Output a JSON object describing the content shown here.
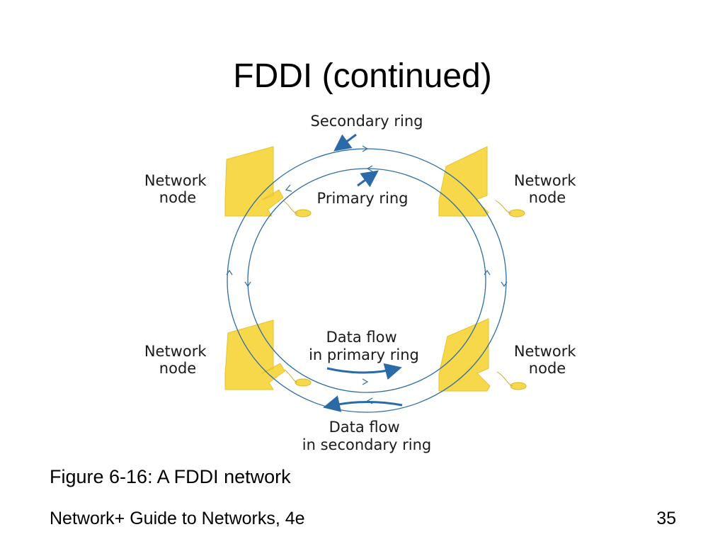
{
  "slide": {
    "title": "FDDI (continued)",
    "caption": "Figure 6-16: A FDDI network",
    "footer": "Network+ Guide to Networks, 4e",
    "page_number": "35"
  },
  "diagram": {
    "labels": {
      "secondary_ring": "Secondary ring",
      "primary_ring": "Primary ring",
      "data_flow_primary_line1": "Data flow",
      "data_flow_primary_line2": "in primary ring",
      "data_flow_secondary_line1": "Data flow",
      "data_flow_secondary_line2": "in secondary ring"
    },
    "nodes": [
      {
        "line1": "Network",
        "line2": "node"
      },
      {
        "line1": "Network",
        "line2": "node"
      },
      {
        "line1": "Network",
        "line2": "node"
      },
      {
        "line1": "Network",
        "line2": "node"
      }
    ],
    "colors": {
      "ring": "#2e6da4",
      "arrow": "#2a6aa6",
      "node_fill": "#f7d84a",
      "node_shadow": "#e8c22c"
    }
  }
}
